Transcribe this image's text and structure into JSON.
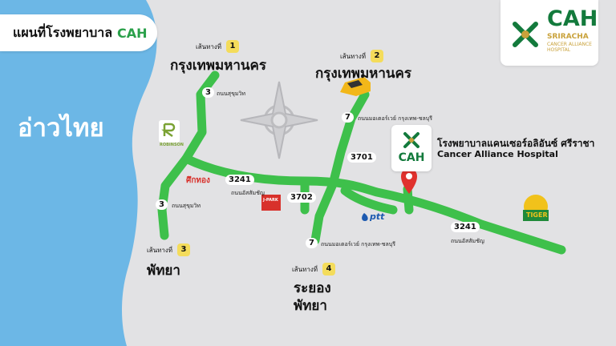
{
  "title": {
    "text": "แผนที่โรงพยาบาล",
    "brand": "CAH"
  },
  "sea_label": "อ่าวไทย",
  "logo": {
    "abbr": "CAH",
    "line1": "SRIRACHA",
    "line2": "CANCER ALLIANCE",
    "line3": "HOSPITAL"
  },
  "hospital": {
    "card_label": "CAH",
    "name_th": "โรงพยาบาลแคนเซอร์อลิอันซ์ ศรีราชา",
    "name_en": "Cancer Alliance Hospital"
  },
  "routes": [
    {
      "caption": "เส้นทางที่",
      "number": "1",
      "destination": "กรุงเทพมหานคร"
    },
    {
      "caption": "เส้นทางที่",
      "number": "2",
      "destination": "กรุงเทพมหานคร"
    },
    {
      "caption": "เส้นทางที่",
      "number": "3",
      "destination": "พัทยา"
    },
    {
      "caption": "เส้นทางที่",
      "number": "4",
      "destination": "ระยอง",
      "destination2": "พัทยา"
    }
  ],
  "road_numbers": {
    "r3_top": "3",
    "r3_bottom": "3",
    "r7_top": "7",
    "r7_bottom": "7",
    "r3241_left": "3241",
    "r3241_right": "3241",
    "r3701": "3701",
    "r3702": "3702"
  },
  "road_names": {
    "sukhumvit_top": "ถนนสุขุมวิท",
    "sukhumvit_bottom": "ถนนสุขุมวิท",
    "motorway_top": "ถนนมอเตอร์เวย์ กรุงเทพ-ชลบุรี",
    "motorway_bottom": "ถนนมอเตอร์เวย์ กรุงเทพ-ชลบุรี",
    "assumption_left": "ถนนอัสสัมชัญ",
    "assumption_right": "ถนนอัสสัมชัญ"
  },
  "landmarks": {
    "robinson": "ROBINSON",
    "sithong": "ศึกทอง",
    "jpark": "J-PARK",
    "ptt": "ptt",
    "tiger": "TIGER"
  },
  "colors": {
    "road": "#3ec04b",
    "sea": "#6cb7e6",
    "land": "#e2e2e4",
    "badge": "#f4dc5b",
    "brand": "#137a3c",
    "pin": "#e0312d"
  }
}
